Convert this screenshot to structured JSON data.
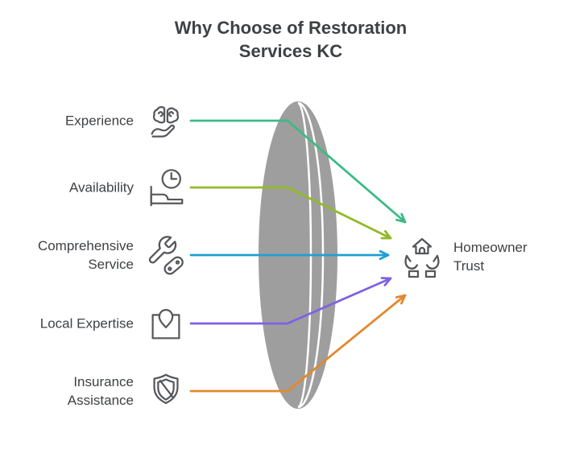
{
  "title": {
    "line1": "Why Choose of Restoration",
    "line2": "Services KC"
  },
  "left_items": [
    {
      "label_lines": [
        "Experience"
      ],
      "icon": "brain-in-hand-icon",
      "arrow_color": "#3bbb85",
      "target": "Homeowner Trust"
    },
    {
      "label_lines": [
        "Availability"
      ],
      "icon": "clock-bed-icon",
      "arrow_color": "#92b929",
      "target": "Homeowner Trust"
    },
    {
      "label_lines": [
        "Comprehensive",
        "Service"
      ],
      "icon": "wrench-tools-icon",
      "arrow_color": "#1f9fd6",
      "target": "Homeowner Trust"
    },
    {
      "label_lines": [
        "Local Expertise"
      ],
      "icon": "map-pin-icon",
      "arrow_color": "#7e63e1",
      "target": "Homeowner Trust"
    },
    {
      "label_lines": [
        "Insurance",
        "Assistance"
      ],
      "icon": "shield-icon",
      "arrow_color": "#e2892e",
      "target": "Homeowner Trust"
    }
  ],
  "right_item": {
    "label_lines": [
      "Homeowner",
      "Trust"
    ],
    "icon": "hands-holding-house-icon"
  },
  "colors": {
    "lens": "#9e9e9e",
    "lens_lines": "#ffffff",
    "icon_stroke": "#55575a",
    "text": "#3e4144",
    "background": "#ffffff"
  }
}
